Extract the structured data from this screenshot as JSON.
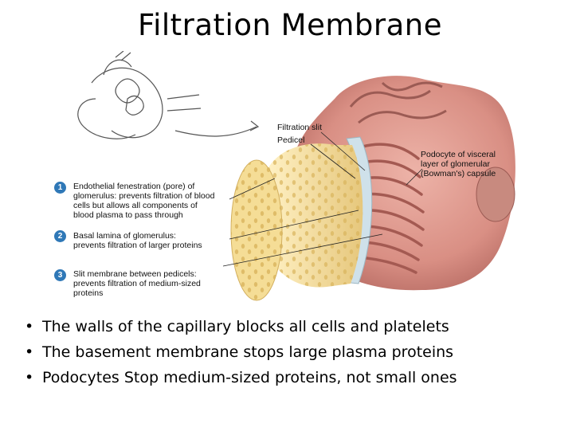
{
  "title": "Filtration Membrane",
  "figure": {
    "labels": {
      "filtration_slit": "Filtration slit",
      "pedicel": "Pedicel",
      "podocyte": [
        "Podocyte of visceral",
        "layer of glomerular",
        "(Bowman's) capsule"
      ]
    },
    "callouts": [
      {
        "number": "1",
        "lines": [
          "Endothelial fenestration (pore) of",
          "glomerulus: prevents filtration of blood",
          "cells but allows all components of",
          "blood plasma to pass through"
        ]
      },
      {
        "number": "2",
        "lines": [
          "Basal lamina of glomerulus:",
          "prevents filtration of larger proteins"
        ]
      },
      {
        "number": "3",
        "lines": [
          "Slit membrane between pedicels:",
          "prevents filtration of medium-sized",
          "proteins"
        ]
      }
    ]
  },
  "bullets": [
    "The walls of the capillary blocks all cells and platelets",
    "The basement membrane stops large plasma proteins",
    "Podocytes Stop medium-sized proteins, not small ones"
  ],
  "colors": {
    "endothelium": "#f2dc9c",
    "basal_lamina": "#cfe1ea",
    "podocyte": "#d98f84",
    "callout_badge": "#2f78b7"
  }
}
